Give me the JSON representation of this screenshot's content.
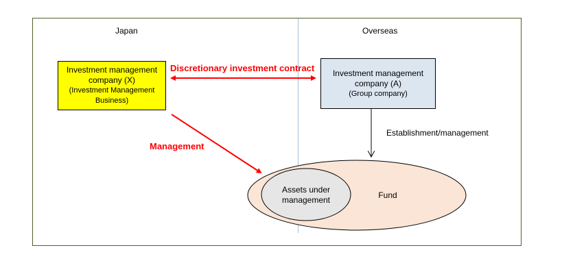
{
  "regions": {
    "left": "Japan",
    "right": "Overseas"
  },
  "company_x": {
    "line1": "Investment management",
    "line2": "company (X)",
    "line3": "(Investment Management",
    "line4": "Business)",
    "fill": "#ffff00"
  },
  "company_a": {
    "line1": "Investment management",
    "line2": "company (A)",
    "line3": "(Group company)",
    "fill": "#dce6f1"
  },
  "arrows": {
    "contract_label": "Discretionary investment contract",
    "management_label": "Management",
    "establishment_label": "Establishment/management",
    "accent_color": "#ff0000"
  },
  "fund": {
    "label": "Fund",
    "fill": "#fbe5d6",
    "inner_line1": "Assets under",
    "inner_line2": "management",
    "inner_fill": "#e6e6e6"
  }
}
